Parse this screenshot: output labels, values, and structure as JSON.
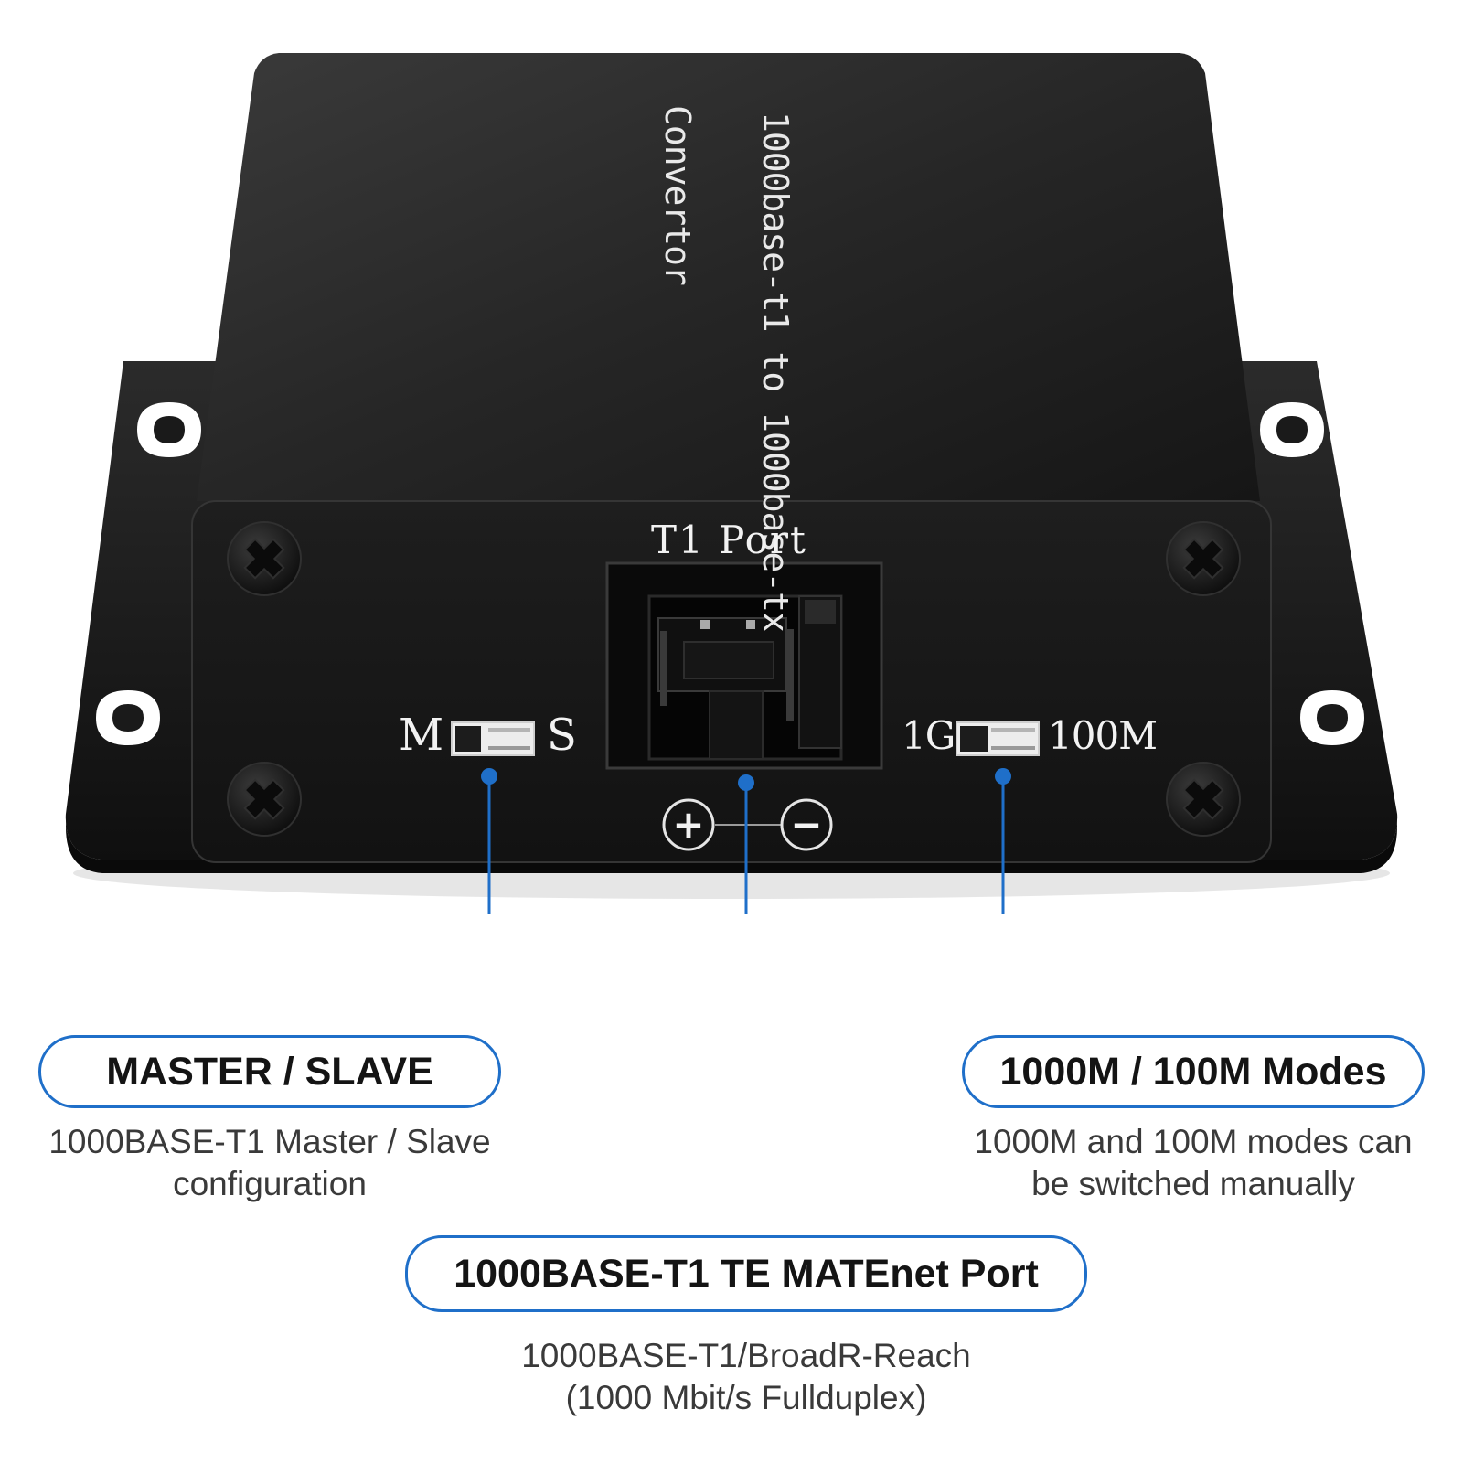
{
  "device": {
    "lid_text_line1": "1000base-t1 to 1000base-tx",
    "lid_text_line2": "Convertor",
    "port_label": "T1 Port",
    "switch_master": "M",
    "switch_slave": "S",
    "speed_1g": "1G",
    "speed_100m": "100M",
    "polarity_plus": "+",
    "polarity_minus": "−"
  },
  "callouts": {
    "master_slave": {
      "title": "MASTER / SLAVE",
      "desc_line1": "1000BASE-T1 Master / Slave",
      "desc_line2": "configuration"
    },
    "speed_modes": {
      "title": "1000M / 100M Modes",
      "desc_line1": "1000M and 100M modes can",
      "desc_line2": "be switched manually"
    },
    "port": {
      "title": "1000BASE-T1 TE MATEnet Port",
      "desc_line1": "1000BASE-T1/BroadR-Reach",
      "desc_line2": "(1000 Mbit/s Fullduplex)"
    }
  },
  "colors": {
    "accent": "#1f6fc9",
    "device_body": "#1c1c1c",
    "label_text": "#141414"
  }
}
